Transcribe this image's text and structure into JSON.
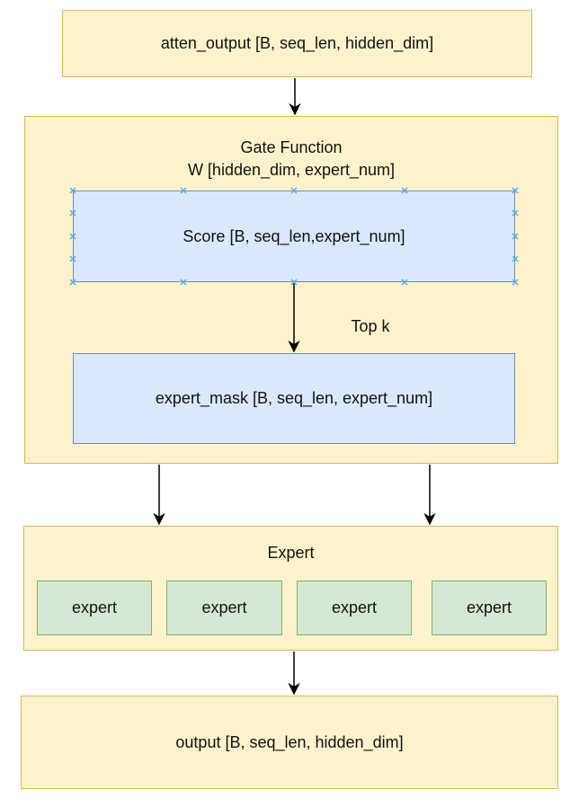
{
  "nodes": {
    "input": "atten_output [B, seq_len, hidden_dim]",
    "gate_title": "Gate Function",
    "gate_weight": "W [hidden_dim, expert_num]",
    "score": "Score [B, seq_len,expert_num]",
    "topk": "Top k",
    "expert_mask": "expert_mask [B, seq_len, expert_num]",
    "expert_title": "Expert",
    "experts": [
      "expert",
      "expert",
      "expert",
      "expert"
    ],
    "output": "output [B, seq_len, hidden_dim]"
  },
  "colors": {
    "container_fill": "#fdf2cc",
    "container_border": "#d8b657",
    "blue_fill": "#dae8fc",
    "blue_border": "#6c8ebf",
    "green_fill": "#d5e8d4",
    "green_border": "#82b366",
    "selection_handles": "#5aa9e6"
  }
}
